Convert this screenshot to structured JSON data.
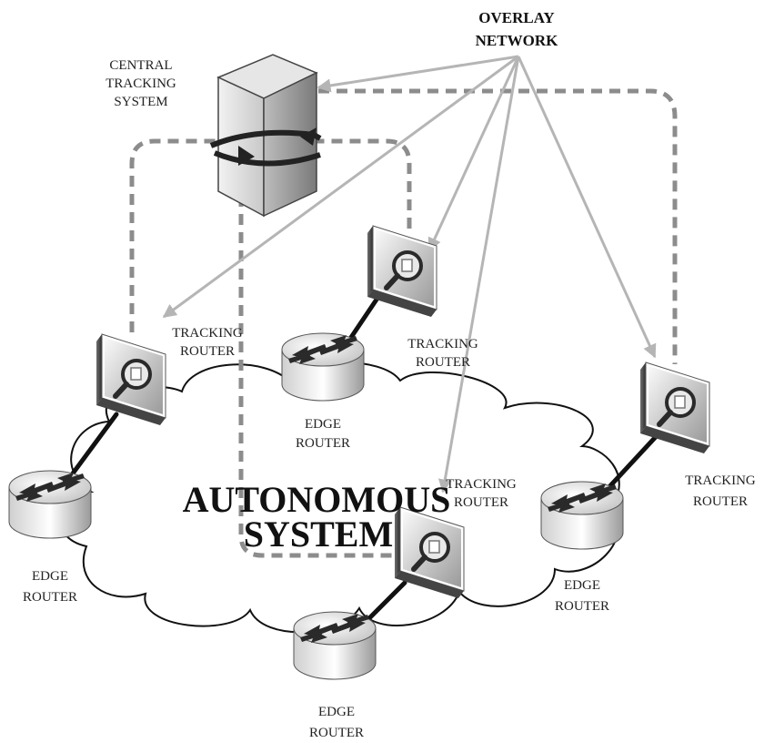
{
  "labels": {
    "overlay_line1": "OVERLAY",
    "overlay_line2": "NETWORK",
    "central_line1": "CENTRAL",
    "central_line2": "TRACKING",
    "central_line3": "SYSTEM",
    "tr1_line1": "TRACKING",
    "tr1_line2": "ROUTER",
    "tr2_line1": "TRACKING",
    "tr2_line2": "ROUTER",
    "tr3_line1": "TRACKING",
    "tr3_line2": "ROUTER",
    "tr4_line1": "TRACKING",
    "tr4_line2": "ROUTER",
    "er_top_line1": "EDGE",
    "er_top_line2": "ROUTER",
    "er_left_line1": "EDGE",
    "er_left_line2": "ROUTER",
    "er_right_line1": "EDGE",
    "er_right_line2": "ROUTER",
    "er_bottom_line1": "EDGE",
    "er_bottom_line2": "ROUTER",
    "as_line1": "AUTONOMOUS",
    "as_line2": "SYSTEM"
  },
  "colors": {
    "cloud_stroke": "#000000",
    "dashed": "#8c8c8c",
    "arrow": "#b5b5b5",
    "link": "#111111"
  }
}
